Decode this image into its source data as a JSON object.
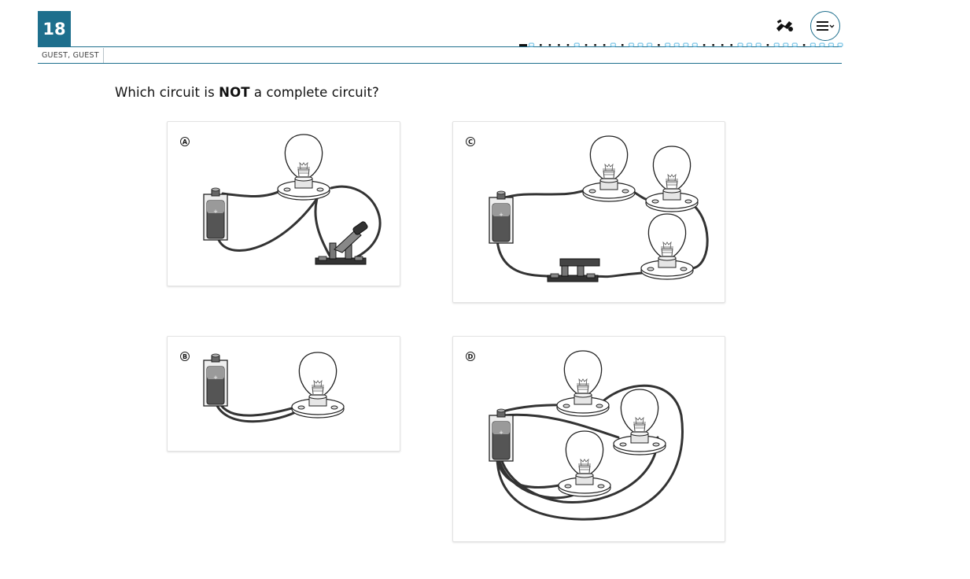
{
  "header": {
    "question_number": "18",
    "user_label": "GUEST, GUEST",
    "progress": {
      "total_items": 36,
      "current_index": 0
    }
  },
  "toolbar": {
    "tools_icon": "tools-icon",
    "menu_icon": "hamburger-menu-icon"
  },
  "question": {
    "prefix": "Which circuit is ",
    "emphasis": "NOT",
    "suffix": " a complete circuit?"
  },
  "options": [
    {
      "letter": "A",
      "description": "battery, one bulb and an open knife switch"
    },
    {
      "letter": "B",
      "description": "battery and one bulb"
    },
    {
      "letter": "C",
      "description": "battery, closed switch and three bulbs"
    },
    {
      "letter": "D",
      "description": "battery and three bulbs"
    }
  ],
  "colors": {
    "accent": "#1e6f8d",
    "wire": "#3a3a3a",
    "progress_done": "#111111",
    "progress_todo": "#7fc7e8"
  }
}
